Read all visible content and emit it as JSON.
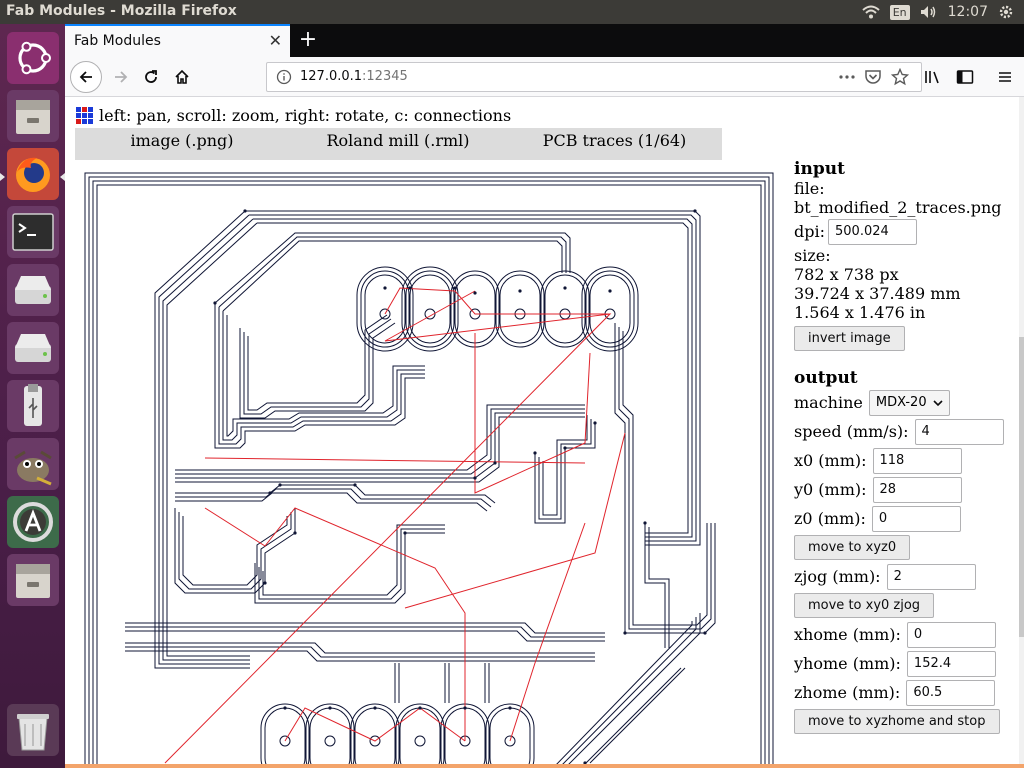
{
  "desktop": {
    "window_title": "Fab Modules - Mozilla Firefox",
    "keyboard_layout": "En",
    "clock": "12:07",
    "launcher_items": [
      "ubuntu-dash",
      "files",
      "firefox",
      "terminal",
      "disk",
      "disk",
      "usb-drive",
      "gimp",
      "software-updater",
      "files",
      "trash"
    ]
  },
  "browser": {
    "tab_title": "Fab Modules",
    "url_host": "127.0.0.1",
    "url_port": ":12345"
  },
  "page": {
    "instructions": "left: pan, scroll: zoom, right: rotate, c: connections",
    "menu": [
      "image (.png)",
      "Roland mill (.rml)",
      "PCB traces (1/64)"
    ],
    "input": {
      "heading": "input",
      "file_label": "file:",
      "file_name": "bt_modified_2_traces.png",
      "dpi_label": "dpi:",
      "dpi_value": "500.024",
      "size_label": "size:",
      "size_px": "782 x 738 px",
      "size_mm": "39.724 x 37.489 mm",
      "size_in": "1.564 x 1.476 in",
      "invert_button": "invert image"
    },
    "output": {
      "heading": "output",
      "machine_label": "machine",
      "machine_value": "MDX-20",
      "speed_label": "speed (mm/s):",
      "speed_value": "4",
      "x0_label": "x0 (mm):",
      "x0_value": "118",
      "y0_label": "y0 (mm):",
      "y0_value": "28",
      "z0_label": "z0 (mm):",
      "z0_value": "0",
      "move_xyz0_button": "move to xyz0",
      "zjog_label": "zjog (mm):",
      "zjog_value": "2",
      "move_xy0_zjog_button": "move to xy0 zjog",
      "xhome_label": "xhome (mm):",
      "xhome_value": "0",
      "yhome_label": "yhome (mm):",
      "yhome_value": "152.4",
      "zhome_label": "zhome (mm):",
      "zhome_value": "60.5",
      "move_home_button": "move to xyzhome and stop"
    }
  },
  "colors": {
    "toolpath": "#0f1535",
    "connections": "#e0242c",
    "menu_bg": "#dcdcdc",
    "accent": "#0a84ff"
  }
}
